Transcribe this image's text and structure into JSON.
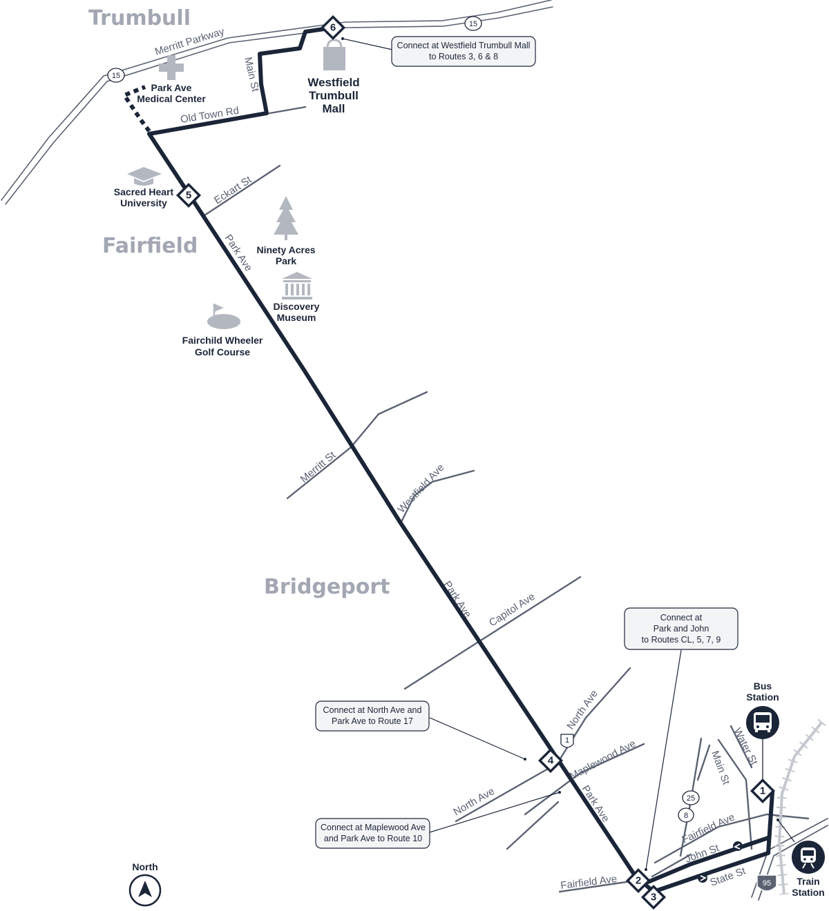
{
  "towns": {
    "trumbull": "Trumbull",
    "fairfield": "Fairfield",
    "bridgeport": "Bridgeport"
  },
  "streets": {
    "merritt_parkway": "Merritt Parkway",
    "main_st_north": "Main St",
    "old_town_rd": "Old Town Rd",
    "eckart_st": "Eckart St",
    "park_ave_north": "Park Ave",
    "merritt_st": "Merritt St",
    "westfield_ave": "Westfield Ave",
    "park_ave_mid": "Park Ave",
    "capitol_ave": "Capitol Ave",
    "north_ave_upper": "North Ave",
    "maplewood_ave": "Maplewood Ave",
    "north_ave_lower": "North Ave",
    "park_ave_south": "Park Ave",
    "fairfield_ave_west": "Fairfield Ave",
    "fairfield_ave_east": "Fairfield Ave",
    "john_st": "John St",
    "state_st": "State St",
    "main_st_south": "Main St",
    "water_st": "Water St"
  },
  "shields": {
    "route15_east": "15",
    "route15_west": "15",
    "us1": "1",
    "route25": "25",
    "route8": "8",
    "i95": "95"
  },
  "places": {
    "medical_center": [
      "Park Ave",
      "Medical Center"
    ],
    "mall": [
      "Westfield",
      "Trumbull",
      "Mall"
    ],
    "sacred_heart": [
      "Sacred Heart",
      "University"
    ],
    "ninety_acres": [
      "Ninety Acres",
      "Park"
    ],
    "discovery": [
      "Discovery",
      "Museum"
    ],
    "golf": [
      "Fairchild Wheeler",
      "Golf Course"
    ],
    "bus_station": [
      "Bus",
      "Station"
    ],
    "train_station": [
      "Train",
      "Station"
    ]
  },
  "callouts": {
    "mall": [
      "Connect at Westfield Trumbull Mall",
      "to Routes 3, 6 & 8"
    ],
    "park_john": [
      "Connect at",
      "Park and John",
      "to Routes CL, 5, 7, 9"
    ],
    "north_ave": [
      "Connect at North Ave and",
      "Park Ave to Route 17"
    ],
    "maplewood": [
      "Connect at Maplewood Ave",
      "and Park Ave to Route 10"
    ]
  },
  "stops": [
    "1",
    "2",
    "3",
    "4",
    "5",
    "6"
  ],
  "north_label": "North",
  "colors": {
    "route": "#1b2538",
    "road": "#5a6272",
    "town_label": "#a2a7b3",
    "icon_gray": "#b3b7c0",
    "callout_fill": "#f3f4f6"
  },
  "icons": {
    "hospital": "cross-icon",
    "mall": "shopping-bag-icon",
    "university": "graduation-cap-icon",
    "park": "tree-icon",
    "museum": "museum-icon",
    "golf": "golf-flag-icon",
    "bus": "bus-icon",
    "train": "train-icon",
    "north": "compass-arrow-icon"
  }
}
